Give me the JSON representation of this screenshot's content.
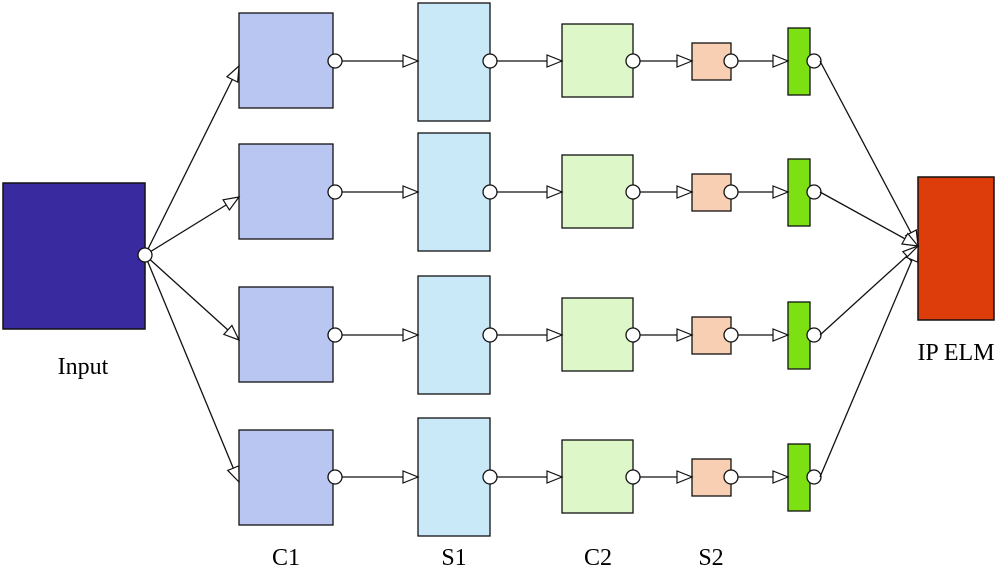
{
  "labels": {
    "input": "Input",
    "output": "IP ELM",
    "c1": "C1",
    "s1": "S1",
    "c2": "C2",
    "s2": "S2"
  },
  "colors": {
    "input": "#3a2aa0",
    "c1": "#b9c6f1",
    "s1": "#c9e8f8",
    "c2": "#ddf7c8",
    "s2": "#f8cfb2",
    "fc": "#7de012",
    "output": "#dc3d0a",
    "stroke": "#111111"
  },
  "branch_count": 4
}
